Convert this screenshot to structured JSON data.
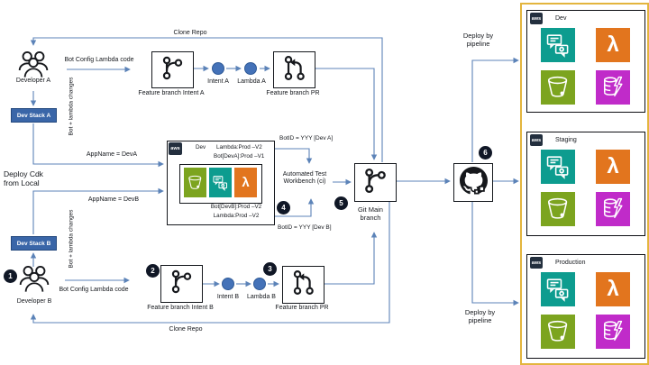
{
  "meta": {
    "aws_logo": "aws"
  },
  "icons": {
    "lambda_glyph": "λ"
  },
  "colors": {
    "arrow_blue": "#5C83B8",
    "node_blue": "#4472B8",
    "stack_blue": "#3A66A8",
    "lex_teal": "#0D9C8F",
    "lambda_orange": "#E2751E",
    "s3_green": "#7CA41F",
    "dynamodb_magenta": "#C02BC9",
    "pipeline_border_gold": "#E3B53E",
    "aws_navy": "#232F3E",
    "step_badge_dark": "#101726"
  },
  "labels": {
    "clone_repo_top": "Clone Repo",
    "clone_repo_bottom": "Clone Repo",
    "bot_config_top": "Bot Config Lambda code",
    "bot_config_bottom": "Bot Config Lambda code",
    "bot_lambda_changes_top": "Bot + lambda changes",
    "bot_lambda_changes_bottom": "Bot + lambda changes",
    "appname_a": "AppName = DevA",
    "appname_b": "AppName = DevB",
    "deploy_cdk": "Deploy Cdk from Local",
    "botid_a": "BotID = YYY [Dev A]",
    "botid_b": "BotID = YYY [Dev B]",
    "automated_test": "Automated Test Workbench (ci)",
    "git_main": "Git Main branch",
    "deploy_pipeline_top": "Deploy by pipeline",
    "deploy_pipeline_bottom": "Deploy by pipeline"
  },
  "actors": {
    "developer_a": "Developer A",
    "developer_b": "Developer B"
  },
  "stacks": {
    "dev_stack_a": "Dev Stack A",
    "dev_stack_b": "Dev Stack B"
  },
  "nodes": {
    "feature_intent_a": "Feature branch Intent A",
    "intent_a": "Intent A",
    "lambda_a": "Lambda A",
    "feature_pr_a": "Feature branch PR",
    "feature_intent_b": "Feature branch Intent B",
    "intent_b": "Intent B",
    "lambda_b": "Lambda B",
    "feature_pr_b": "Feature branch PR"
  },
  "steps": [
    "1",
    "2",
    "3",
    "4",
    "5",
    "6"
  ],
  "center_env": {
    "title": "Dev",
    "top_line1": "Lambda:Prod –V2",
    "top_line2": "Bot[DevA]:Prod –V1",
    "bottom_line1": "Bot[DevB]:Prod –V2",
    "bottom_line2": "Lambda:Prod –V2"
  },
  "environments": [
    {
      "title": "Dev"
    },
    {
      "title": "Staging"
    },
    {
      "title": "Production"
    }
  ]
}
